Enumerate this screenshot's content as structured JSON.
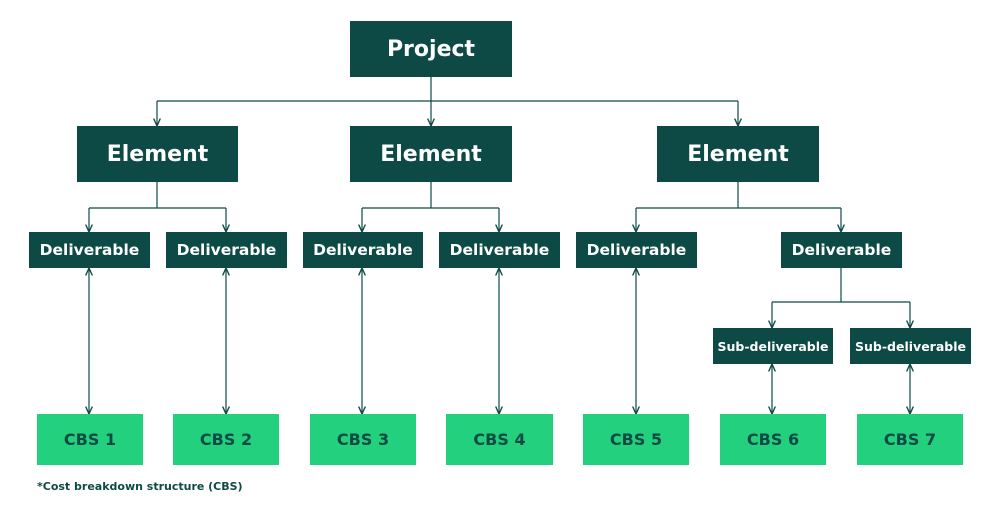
{
  "diagram": {
    "project": "Project",
    "elements": [
      "Element",
      "Element",
      "Element"
    ],
    "deliverables": [
      "Deliverable",
      "Deliverable",
      "Deliverable",
      "Deliverable",
      "Deliverable",
      "Deliverable"
    ],
    "sub_deliverables": [
      "Sub-deliverable",
      "Sub-deliverable"
    ],
    "cbs": [
      "CBS 1",
      "CBS 2",
      "CBS 3",
      "CBS 4",
      "CBS 5",
      "CBS 6",
      "CBS 7"
    ],
    "footnote": "*Cost breakdown structure (CBS)"
  },
  "colors": {
    "dark": "#0d4a45",
    "green": "#22d07d",
    "line": "#0d4a45"
  }
}
